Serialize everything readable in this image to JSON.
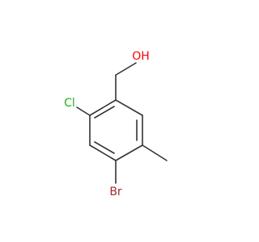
{
  "molecule": {
    "atoms": [
      {
        "id": "O",
        "label": "OH",
        "color": "#ff0000"
      },
      {
        "id": "Cl",
        "label": "Cl",
        "color": "#1fb21f"
      },
      {
        "id": "Br",
        "label": "Br",
        "color": "#a62929"
      }
    ]
  }
}
